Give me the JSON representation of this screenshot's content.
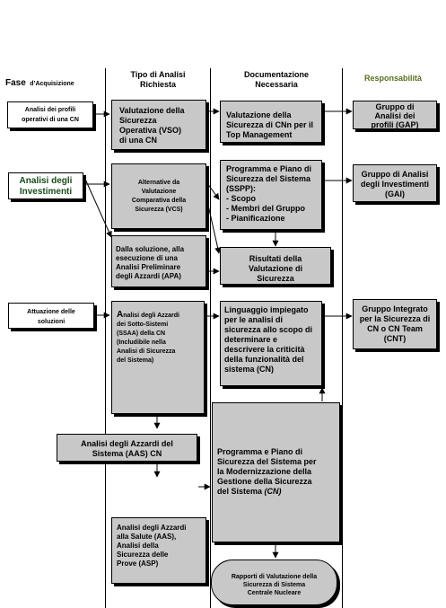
{
  "headers": {
    "fase_big": "Fase",
    "fase_small": "d’Acquisizione",
    "tipo": "Tipo di Analisi\nRichiesta",
    "documentazione": "Documentazione\nNecessaria",
    "responsabilita": "Responsabilità"
  },
  "fase": {
    "box1": "Analisi dei profili\noperativi di una CN",
    "box2": "Analisi degli\nInvestimenti",
    "box3": "Attuazione delle\nsoluzioni"
  },
  "tipo": {
    "vso": "Valutazione della\nSicurezza\nOperativa (VSO)\ndi una CN",
    "vcs": "Alternative da\nValutazione\nComparativa della\nSicurezza (VCS)",
    "apa": "Dalla soluzione, alla\nesecuzione di una\nAnalisi Preliminare\ndegli Azzardi (APA)",
    "ssaa_first": "A",
    "ssaa_rest": "nalisi degli Azzardi\ndei Sotto-Sistemi\n(SSAA) della CN\n(Includibile nella\nAnalisi di Sicurezza\ndel Sistema)",
    "aas_cn": "Analisi degli Azzardi del\nSistema (AAS) CN",
    "asp": "Analisi degli Azzardi\nalla Salute (AAS),\nAnalisi della\nSicurezza delle\nProve (ASP)"
  },
  "documentazione": {
    "top_mgmt": "Valutazione della\nSicurezza di CNn  per il\nTop Management",
    "sspp": "Programma e Piano di\nSicurezza del Sistema\n(SSPP):\n- Scopo\n- Membri del Gruppo\n- Pianificazione",
    "risultati": "Risultati della\nValutazione di\nSicurezza",
    "linguaggio": "Linguaggio impiegato\nper le analisi di\nsicurezza allo scopo di\ndeterminare e\ndescrivere la criticità\ndella funzionalità del\nsistema (CN)",
    "programma_main": "Programma e Piano di\nSicurezza del Sistema per\nla Modernizzazione della\nGestione della Sicurezza\ndel Sistema ",
    "programma_italic": "(CN)",
    "rapporti": "Rapporti di Valutazione della\nSicurezza di Sistema\nCentrale Nucleare"
  },
  "responsabilita": {
    "gap": "Gruppo di\nAnalisi dei\nprofili (GAP)",
    "gai": "Gruppo di Analisi\ndegli Investimenti\n(GAI)",
    "cnt": "Gruppo Integrato\nper la Sicurezza di\nCN o CN Team\n(CNT)"
  },
  "colors": {
    "box_fill": "#c8c8c8",
    "investimenti_text": "#1a4d1a",
    "responsabilita_header": "#5a6e1e"
  }
}
